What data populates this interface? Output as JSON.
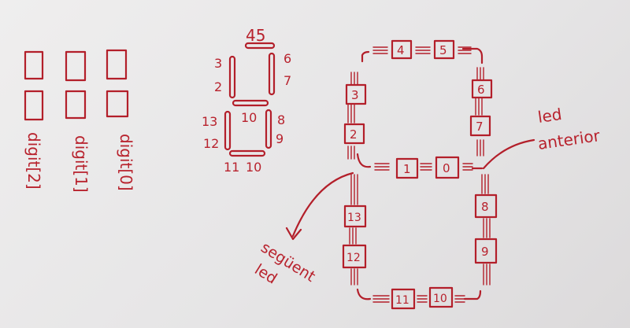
{
  "digit_labels": [
    "digit[0]",
    "digit[1]",
    "digit[2]"
  ],
  "small_segments": {
    "top": "45",
    "upper_left": [
      "3",
      "2"
    ],
    "upper_right": [
      "6",
      "7"
    ],
    "middle": "10",
    "lower_left": [
      "13",
      "12"
    ],
    "lower_right": [
      "8",
      "9"
    ],
    "bottom": [
      "11",
      "10"
    ]
  },
  "big_leds": {
    "top": [
      "4",
      "5"
    ],
    "upper_left": [
      "3",
      "2"
    ],
    "upper_right": [
      "6",
      "7"
    ],
    "middle": [
      "1",
      "0"
    ],
    "lower_left": [
      "13",
      "12"
    ],
    "lower_right": [
      "8",
      "9"
    ],
    "bottom": [
      "11",
      "10"
    ]
  },
  "annotations": {
    "prev_led_line1": "led",
    "prev_led_line2": "anterior",
    "next_led_line1": "següent",
    "next_led_line2": "led"
  },
  "colors": {
    "ink": "#b31f2a",
    "paper": "#e8e7e7"
  }
}
